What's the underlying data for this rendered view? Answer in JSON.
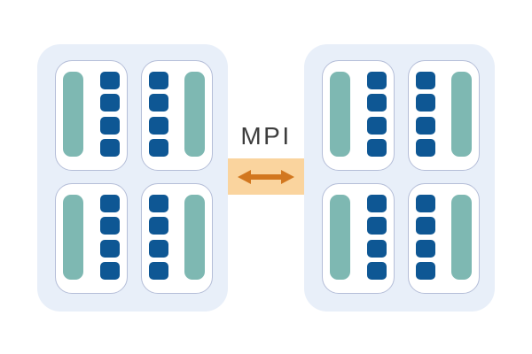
{
  "diagram": {
    "label": {
      "text": "MPI"
    },
    "colors": {
      "page_bg": "#ffffff",
      "node_bg": "#e8eff9",
      "card_bg": "#ffffff",
      "card_border": "#b5bed8",
      "memory_bar": "#7eb8b2",
      "core_square": "#0e5794",
      "link_bg": "#fad49e",
      "link_arrow": "#d2771f",
      "label_text": "#3d3d3d"
    },
    "link": {
      "icon": "double-arrow-icon"
    },
    "nodes": [
      {
        "id": "compute-node-left",
        "sockets": [
          {
            "bar_side": "left",
            "cores": 4
          },
          {
            "bar_side": "right",
            "cores": 4
          },
          {
            "bar_side": "left",
            "cores": 4
          },
          {
            "bar_side": "right",
            "cores": 4
          }
        ]
      },
      {
        "id": "compute-node-right",
        "sockets": [
          {
            "bar_side": "left",
            "cores": 4
          },
          {
            "bar_side": "right",
            "cores": 4
          },
          {
            "bar_side": "left",
            "cores": 4
          },
          {
            "bar_side": "right",
            "cores": 4
          }
        ]
      }
    ]
  }
}
